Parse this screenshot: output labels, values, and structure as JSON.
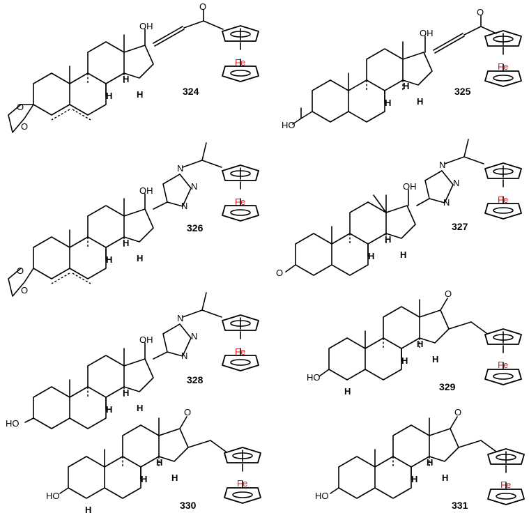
{
  "compounds": [
    {
      "id": "324"
    },
    {
      "id": "325"
    },
    {
      "id": "326"
    },
    {
      "id": "327"
    },
    {
      "id": "328"
    },
    {
      "id": "329"
    },
    {
      "id": "330"
    },
    {
      "id": "331"
    }
  ],
  "atoms": {
    "oh": "OH",
    "ho": "HO",
    "h": "H",
    "o": "O",
    "n": "N",
    "fe": "Fe"
  },
  "colors": {
    "iron": "#e0191b",
    "bond": "#000000"
  }
}
